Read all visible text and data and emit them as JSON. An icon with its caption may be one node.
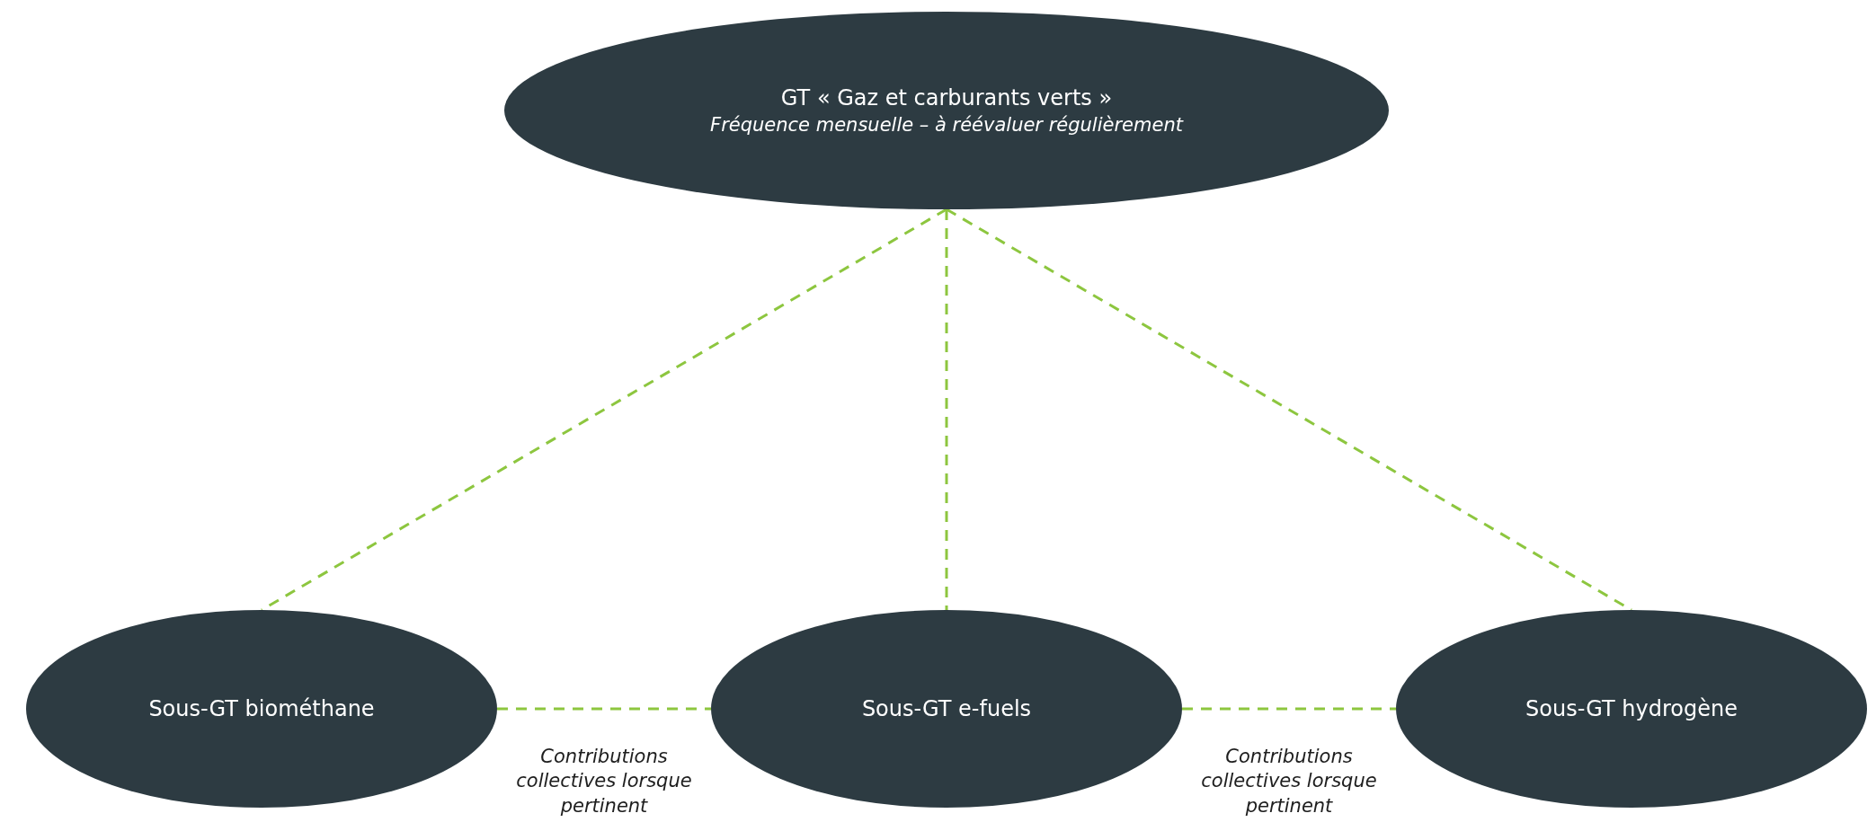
{
  "diagram": {
    "nodes": [
      {
        "text": [
          "GT « Gaz et carburants verts »",
          "Fréquence mensuelle – à réévaluer régulièrement"
        ]
      },
      {
        "text": [
          "Sous-GT biométhane"
        ]
      },
      {
        "text": [
          "Sous-GT e-fuels"
        ]
      },
      {
        "text": [
          "Sous-GT hydrogène"
        ]
      }
    ],
    "edges": [
      {
        "from": 0,
        "to": 1,
        "arrow": "none",
        "style": "dashed"
      },
      {
        "from": 0,
        "to": 2,
        "arrow": "none",
        "style": "dashed"
      },
      {
        "from": 0,
        "to": 3,
        "arrow": "none",
        "style": "dashed"
      },
      {
        "from": 1,
        "to": 2,
        "arrow": "none",
        "style": "dashed",
        "label": "Contributions collectives lorsque pertinent"
      },
      {
        "from": 2,
        "to": 3,
        "arrow": "none",
        "style": "dashed",
        "label": "Contributions collectives lorsque pertinent"
      }
    ]
  }
}
